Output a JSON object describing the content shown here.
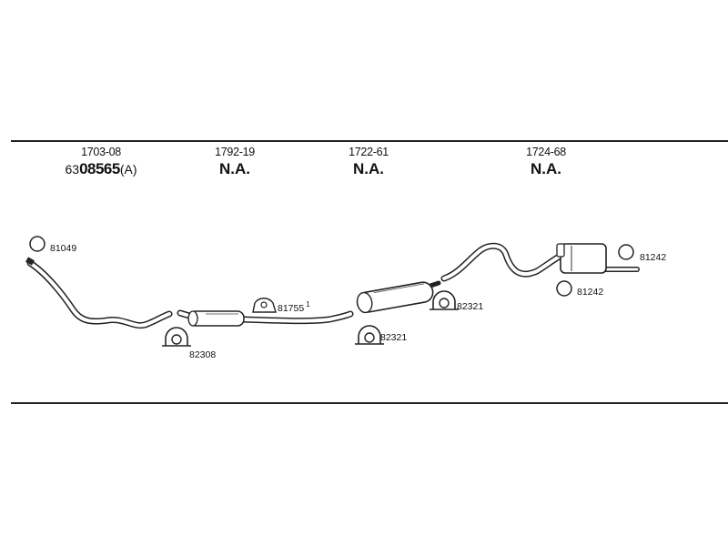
{
  "columns": [
    {
      "part_number": "1703-08",
      "ref_prefix": "63",
      "ref_main": "08565",
      "ref_suffix": "(A)"
    },
    {
      "part_number": "1792-19",
      "status": "N.A."
    },
    {
      "part_number": "1722-61",
      "status": "N.A."
    },
    {
      "part_number": "1724-68",
      "status": "N.A."
    }
  ],
  "labels": {
    "gasket_front": "81049",
    "clamp_front": "82308",
    "hanger": "81755",
    "hanger_note": "1",
    "clamp_mid_lower": "82321",
    "clamp_mid_upper": "82321",
    "rubber_upper": "81242",
    "rubber_lower": "81242"
  }
}
